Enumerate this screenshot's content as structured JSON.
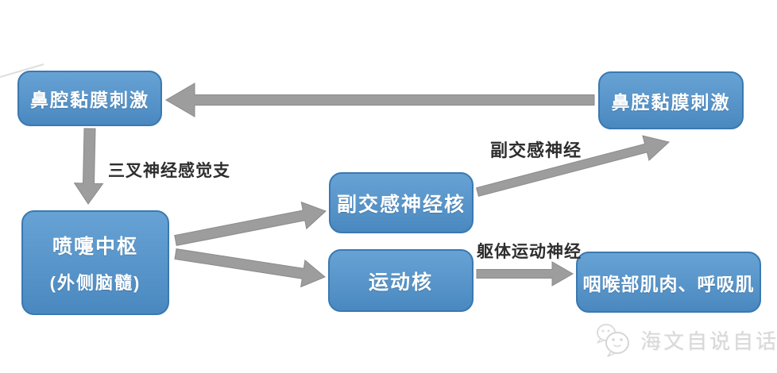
{
  "diagram": {
    "title": "sneeze-reflex-pathway",
    "boxes": {
      "nasal_left": {
        "label": "鼻腔黏膜刺激"
      },
      "nasal_right": {
        "label": "鼻腔黏膜刺激"
      },
      "sneeze_center": {
        "line1": "喷嚏中枢",
        "line2": "(外侧脑髓)"
      },
      "parasympathetic_nucleus": {
        "label": "副交感神经核"
      },
      "motor_nucleus": {
        "label": "运动核"
      },
      "muscles": {
        "label": "咽喉部肌肉、呼吸肌"
      }
    },
    "edge_labels": {
      "trigeminal_sensory": "三叉神经感觉支",
      "parasympathetic_nerve": "副交感神经",
      "somatic_motor_nerve": "躯体运动神经"
    },
    "colors": {
      "box_fill": "#4f93ce",
      "box_border": "#3a79b1",
      "arrow_gray": "#9d9d9d",
      "label_text": "#2e2e2e",
      "watermark_gray": "#d8d8d8"
    }
  },
  "watermark": {
    "text": "海文自说自话",
    "icon": "chat-bubbles-icon"
  }
}
